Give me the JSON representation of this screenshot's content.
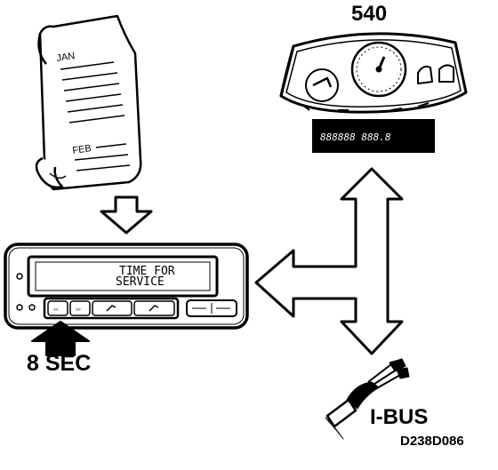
{
  "labels": {
    "cluster_number": "540",
    "hold_time": "8 SEC",
    "bus": "I-BUS",
    "figure_code": "D238D086"
  },
  "calendar": {
    "top_month": "JAN",
    "bottom_month": "FEB"
  },
  "control_unit": {
    "display_line1": "TIME FOR",
    "display_line2": "SERVICE"
  },
  "cluster": {
    "odometer_readout": "888888 888.8"
  }
}
